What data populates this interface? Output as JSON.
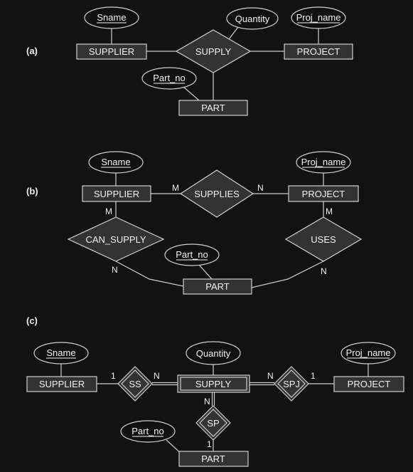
{
  "diagram_a": {
    "tag": "(a)",
    "supplier": "SUPPLIER",
    "supply": "SUPPLY",
    "project": "PROJECT",
    "part": "PART",
    "sname": "Sname",
    "quantity": "Quantity",
    "proj_name": "Proj_name",
    "part_no": "Part_no"
  },
  "diagram_b": {
    "tag": "(b)",
    "supplier": "SUPPLIER",
    "supplies": "SUPPLIES",
    "project": "PROJECT",
    "can_supply": "CAN_SUPPLY",
    "uses": "USES",
    "part": "PART",
    "sname": "Sname",
    "proj_name": "Proj_name",
    "part_no": "Part_no",
    "card_supplier_supplies": "M",
    "card_supplies_project": "N",
    "card_supplier_can_supply": "M",
    "card_can_supply_part": "N",
    "card_project_uses": "M",
    "card_uses_part": "N"
  },
  "diagram_c": {
    "tag": "(c)",
    "supplier": "SUPPLIER",
    "supply": "SUPPLY",
    "project": "PROJECT",
    "part": "PART",
    "ss": "SS",
    "spj": "SPJ",
    "sp": "SP",
    "sname": "Sname",
    "quantity": "Quantity",
    "proj_name": "Proj_name",
    "part_no": "Part_no",
    "card_supplier_ss": "1",
    "card_ss_supply": "N",
    "card_supply_spj": "N",
    "card_spj_project": "1",
    "card_supply_sp": "N",
    "card_sp_part": "1"
  }
}
